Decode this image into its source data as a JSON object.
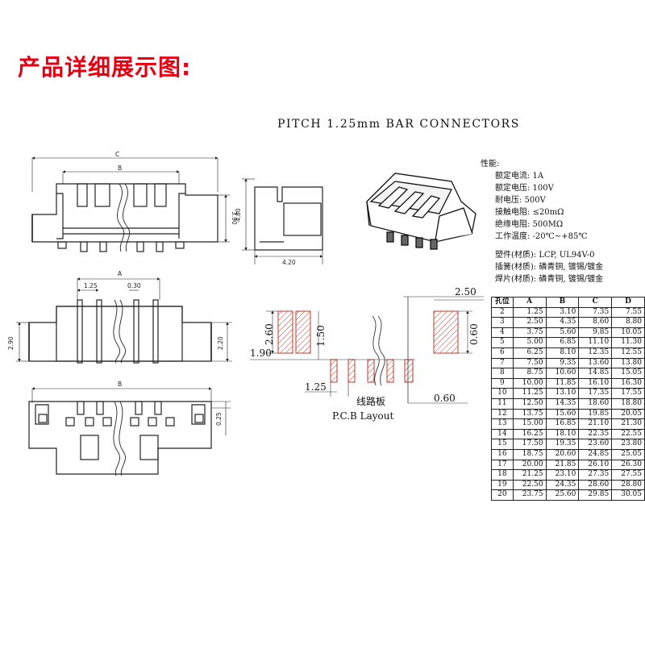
{
  "page": {
    "heading": "产品详细展示图:",
    "drawing_title": "PITCH 1.25mm BAR CONNECTORS"
  },
  "specs": {
    "header": "性能:",
    "electrical": [
      "额定电流: 1A",
      "额定电压: 100V",
      "耐电压: 500V",
      "接触电阻: ≤20mΩ",
      "绝缘电阻: 500MΩ",
      "工作温度: -20℃~+85℃"
    ],
    "materials": [
      "塑件(材质): LCP, UL94V-0",
      "插簧(材质): 磷青铜, 镀锡/镀金",
      "焊片(材质): 磷青铜, 镀锡/镀金"
    ]
  },
  "dimensions": {
    "top_view": {
      "c": "C",
      "b": "B",
      "height": "3.90"
    },
    "side_view": {
      "height": "4.80",
      "width": "4.20"
    },
    "front_view": {
      "a": "A",
      "pitch": "1.25",
      "pin_width": "0.30",
      "left_height": "2.90",
      "right_height": "2.20"
    },
    "bottom_view": {
      "b": "B",
      "offset": "0.25"
    },
    "pcb": {
      "pad_width": "2.50",
      "pad_height": "2.60",
      "pad_offset": "0.60",
      "row_gap": "1.50",
      "row_offset": "1.90",
      "pin_pitch": "1.25",
      "pin_width": "0.60",
      "board_edge_label": "线路板",
      "layout_label": "P.C.B Layout"
    }
  },
  "table": {
    "headers": [
      "孔位",
      "A",
      "B",
      "C",
      "D"
    ],
    "rows": [
      [
        "2",
        "1.25",
        "3.10",
        "7.35",
        "7.55"
      ],
      [
        "3",
        "2.50",
        "4.35",
        "8.60",
        "8.80"
      ],
      [
        "4",
        "3.75",
        "5.60",
        "9.85",
        "10.05"
      ],
      [
        "5",
        "5.00",
        "6.85",
        "11.10",
        "11.30"
      ],
      [
        "6",
        "6.25",
        "8.10",
        "12.35",
        "12.55"
      ],
      [
        "7",
        "7.50",
        "9.35",
        "13.60",
        "13.80"
      ],
      [
        "8",
        "8.75",
        "10.60",
        "14.85",
        "15.05"
      ],
      [
        "9",
        "10.00",
        "11.85",
        "16.10",
        "16.30"
      ],
      [
        "10",
        "11.25",
        "13.10",
        "17.35",
        "17.55"
      ],
      [
        "11",
        "12.50",
        "14.35",
        "18.60",
        "18.80"
      ],
      [
        "12",
        "13.75",
        "15.60",
        "19.85",
        "20.05"
      ],
      [
        "13",
        "15.00",
        "16.85",
        "21.10",
        "21.30"
      ],
      [
        "14",
        "16.25",
        "18.10",
        "22.35",
        "22.55"
      ],
      [
        "15",
        "17.50",
        "19.35",
        "23.60",
        "23.80"
      ],
      [
        "16",
        "18.75",
        "20.60",
        "24.85",
        "25.05"
      ],
      [
        "17",
        "20.00",
        "21.85",
        "26.10",
        "26.30"
      ],
      [
        "18",
        "21.25",
        "23.10",
        "27.35",
        "27.55"
      ],
      [
        "19",
        "22.50",
        "24.35",
        "28.60",
        "28.80"
      ],
      [
        "20",
        "23.75",
        "25.60",
        "29.85",
        "30.05"
      ]
    ]
  }
}
